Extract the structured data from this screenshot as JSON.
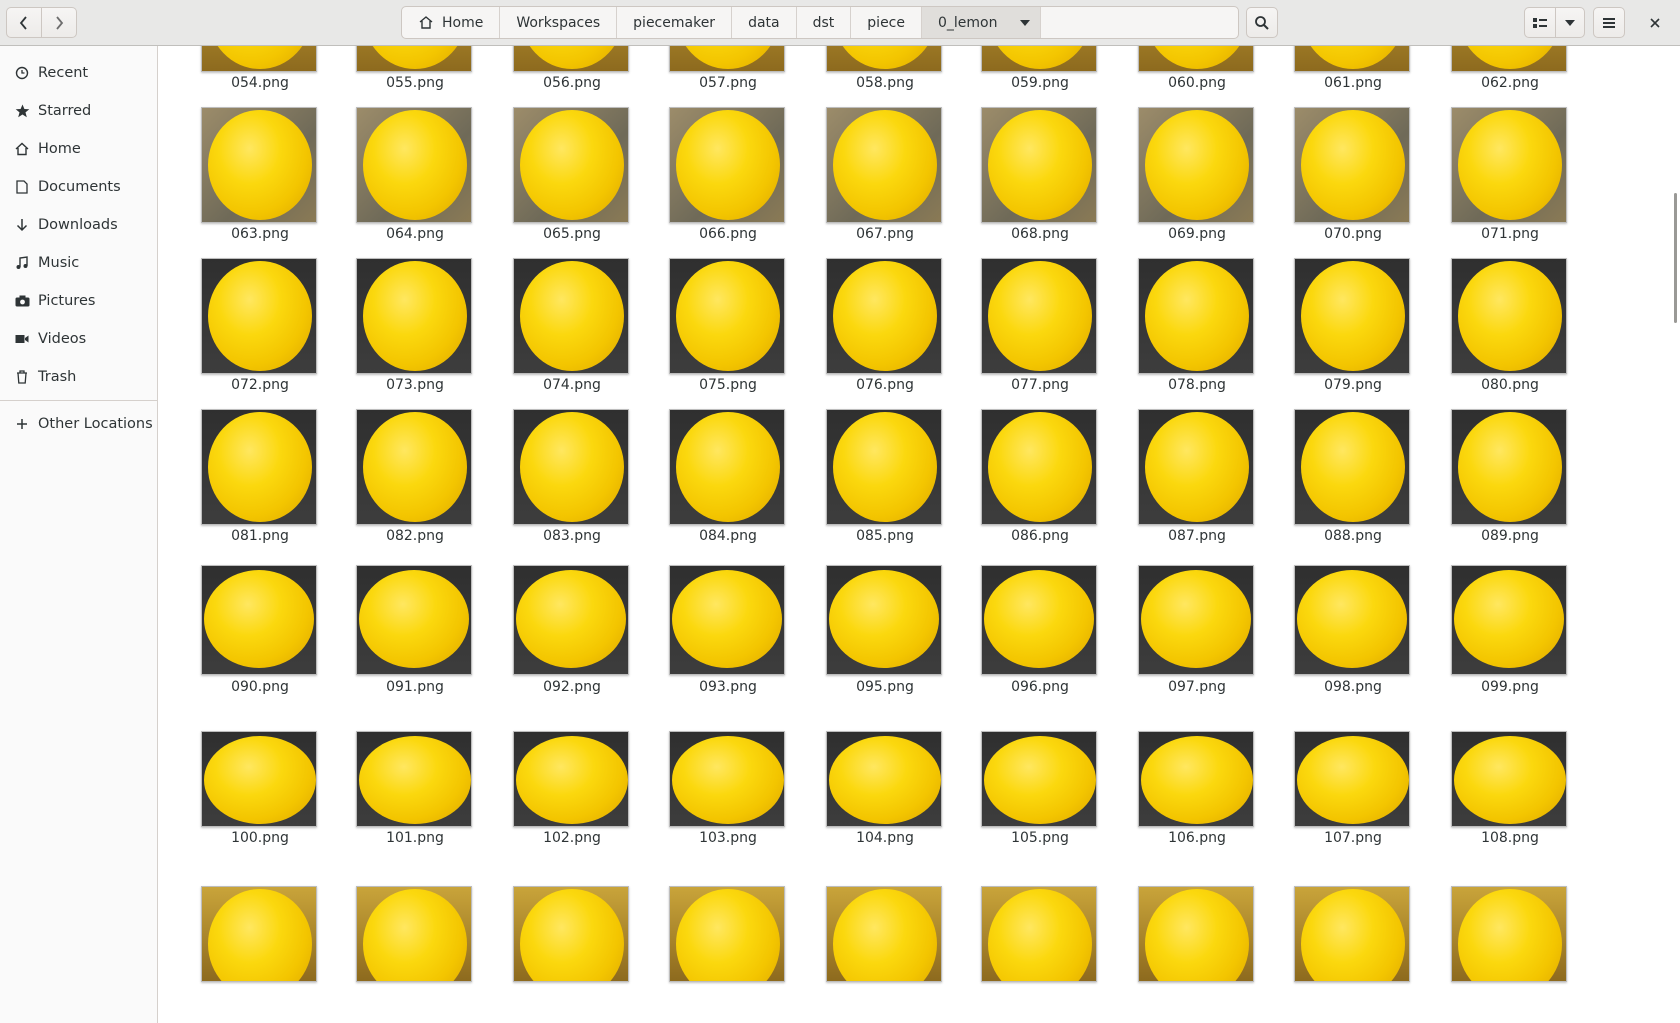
{
  "nav": {
    "back_label": "back",
    "forward_label": "forward"
  },
  "pathbar": {
    "crumbs": [
      "Home",
      "Workspaces",
      "piecemaker",
      "data",
      "dst",
      "piece",
      "0_lemon"
    ]
  },
  "sidebar": {
    "items": [
      {
        "label": "Recent",
        "icon": "clock-icon"
      },
      {
        "label": "Starred",
        "icon": "star-icon"
      },
      {
        "label": "Home",
        "icon": "home-icon"
      },
      {
        "label": "Documents",
        "icon": "document-icon"
      },
      {
        "label": "Downloads",
        "icon": "download-icon"
      },
      {
        "label": "Music",
        "icon": "music-icon"
      },
      {
        "label": "Pictures",
        "icon": "camera-icon"
      },
      {
        "label": "Videos",
        "icon": "video-icon"
      },
      {
        "label": "Trash",
        "icon": "trash-icon"
      }
    ],
    "other_locations": {
      "label": "Other Locations",
      "icon": "plus-icon"
    }
  },
  "files": {
    "rows": [
      [
        "054.png",
        "055.png",
        "056.png",
        "057.png",
        "058.png",
        "059.png",
        "060.png",
        "061.png",
        "062.png"
      ],
      [
        "063.png",
        "064.png",
        "065.png",
        "066.png",
        "067.png",
        "068.png",
        "069.png",
        "070.png",
        "071.png"
      ],
      [
        "072.png",
        "073.png",
        "074.png",
        "075.png",
        "076.png",
        "077.png",
        "078.png",
        "079.png",
        "080.png"
      ],
      [
        "081.png",
        "082.png",
        "083.png",
        "084.png",
        "085.png",
        "086.png",
        "087.png",
        "088.png",
        "089.png"
      ],
      [
        "090.png",
        "091.png",
        "092.png",
        "093.png",
        "095.png",
        "096.png",
        "097.png",
        "098.png",
        "099.png"
      ],
      [
        "100.png",
        "101.png",
        "102.png",
        "103.png",
        "104.png",
        "105.png",
        "106.png",
        "107.png",
        "108.png"
      ],
      [
        "",
        "",
        "",
        "",
        "",
        "",
        "",
        "",
        ""
      ]
    ]
  },
  "colors": {
    "lemon": "#f7cc00",
    "background_dark": "#3a3a3a",
    "background_warm": "#8a6a2a"
  }
}
